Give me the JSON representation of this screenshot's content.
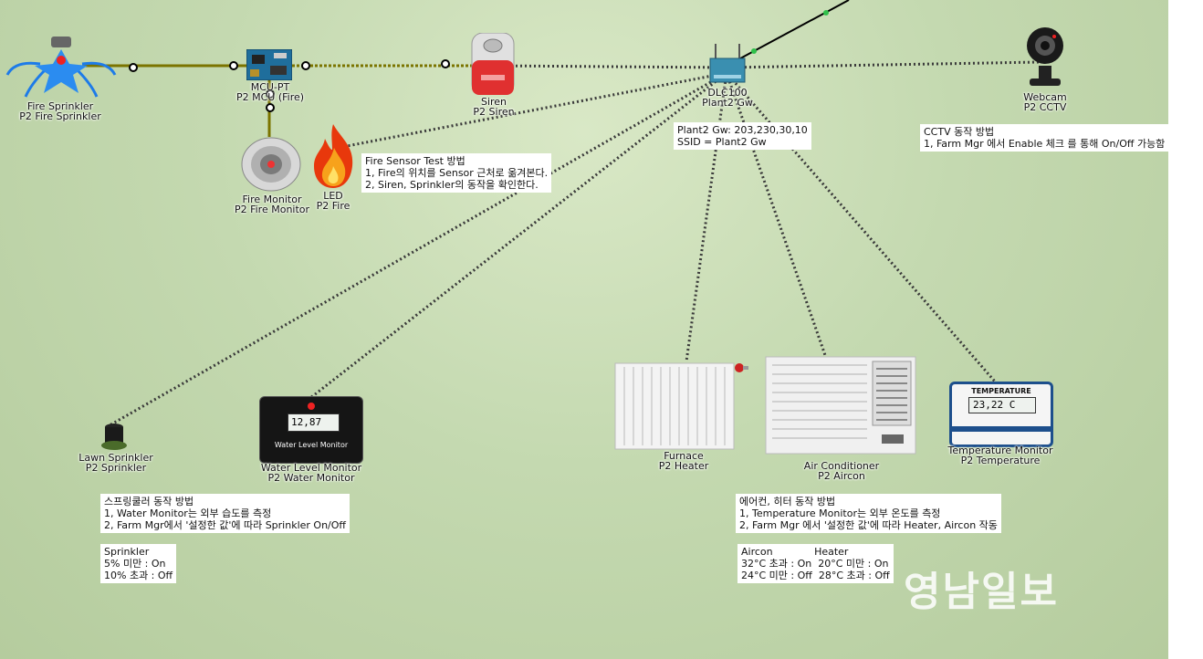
{
  "devices": {
    "fire_sprinkler": {
      "name": "Fire Sprinkler",
      "sub": "P2 Fire Sprinkler"
    },
    "mcu": {
      "name": "MCU-PT",
      "sub": "P2 MCU (Fire)"
    },
    "siren": {
      "name": "Siren",
      "sub": "P2 Siren"
    },
    "dlc": {
      "name": "DLC100",
      "sub": "Plant2 Gw"
    },
    "webcam": {
      "name": "Webcam",
      "sub": "P2 CCTV"
    },
    "fire_monitor": {
      "name": "Fire Monitor",
      "sub": "P2 Fire Monitor"
    },
    "led": {
      "name": "LED",
      "sub": "P2 Fire"
    },
    "lawn_sprinkler": {
      "name": "Lawn Sprinkler",
      "sub": "P2 Sprinkler"
    },
    "water_monitor": {
      "name": "Water Level Monitor",
      "sub": "P2 Water Monitor",
      "value": "12,87",
      "caption": "Water Level Monitor"
    },
    "furnace": {
      "name": "Furnace",
      "sub": "P2 Heater"
    },
    "aircon": {
      "name": "Air Conditioner",
      "sub": "P2 Aircon"
    },
    "temp_monitor": {
      "name": "Temperature Monitor",
      "sub": "P2 Temperature",
      "header": "TEMPERATURE",
      "value": "23,22 C"
    }
  },
  "notes": {
    "gateway": [
      "Plant2 Gw: 203,230,30,10",
      "SSID = Plant2 Gw"
    ],
    "cctv": [
      "CCTV 동작 방법",
      "1, Farm Mgr 에서 Enable 체크 를 통해 On/Off 가능함"
    ],
    "fire_test": [
      "Fire Sensor Test 방법",
      "1, Fire의 위치를 Sensor 근처로 옮겨본다.",
      "2, Siren, Sprinkler의 동작을 확인한다."
    ],
    "sprinkler": [
      "스프링쿨러 동작 방법",
      "1, Water Monitor는 외부 습도를 측정",
      "2, Farm Mgr에서 '설정한 값'에 따라 Sprinkler On/Off"
    ],
    "sprinkler_rule": [
      "Sprinkler",
      "5% 미만 : On",
      "10% 초과 : Off"
    ],
    "climate": [
      "에어컨, 히터 동작 방법",
      "1, Temperature Monitor는 외부 온도를 측정",
      "2, Farm Mgr 에서 '설정한 값'에 따라 Heater, Aircon 작동"
    ],
    "climate_rule": [
      "Aircon             Heater",
      "32°C 초과 : On  20°C 미만 : On",
      "24°C 미만 : Off  28°C 초과 : Off"
    ]
  },
  "watermark": "영남일보",
  "colors": {
    "cable": "#6b6b00",
    "wireless": "#333333",
    "background": "#c4d9b0"
  },
  "icons": [
    "fire-sprinkler-icon",
    "mcu-board-icon",
    "siren-icon",
    "router-icon",
    "webcam-icon",
    "smoke-detector-icon",
    "fire-icon",
    "lawn-sprinkler-icon",
    "radiator-icon",
    "air-conditioner-icon"
  ]
}
